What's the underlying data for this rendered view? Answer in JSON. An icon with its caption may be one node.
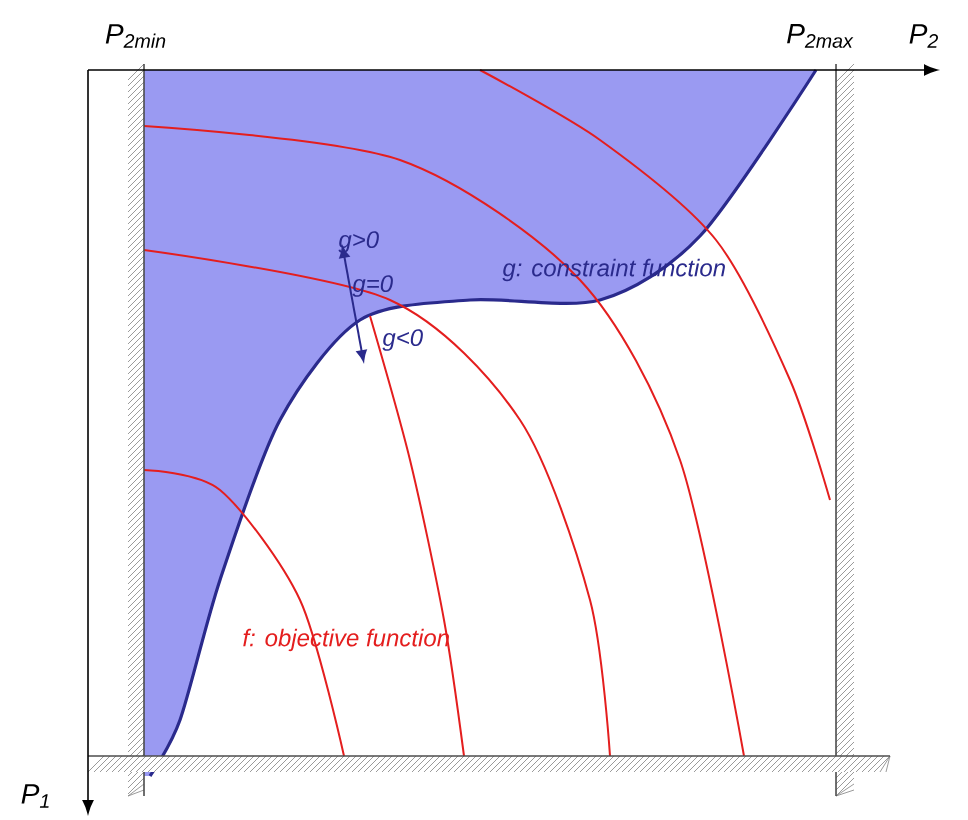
{
  "diagram": {
    "labels": [
      "P$_{2min}$",
      "P$_{2max}$",
      "P$_{2}$",
      "P$_{1}$",
      "g>0",
      "g=0",
      "g<0",
      "g: constraint function",
      "f: objective function"
    ]
  }
}
